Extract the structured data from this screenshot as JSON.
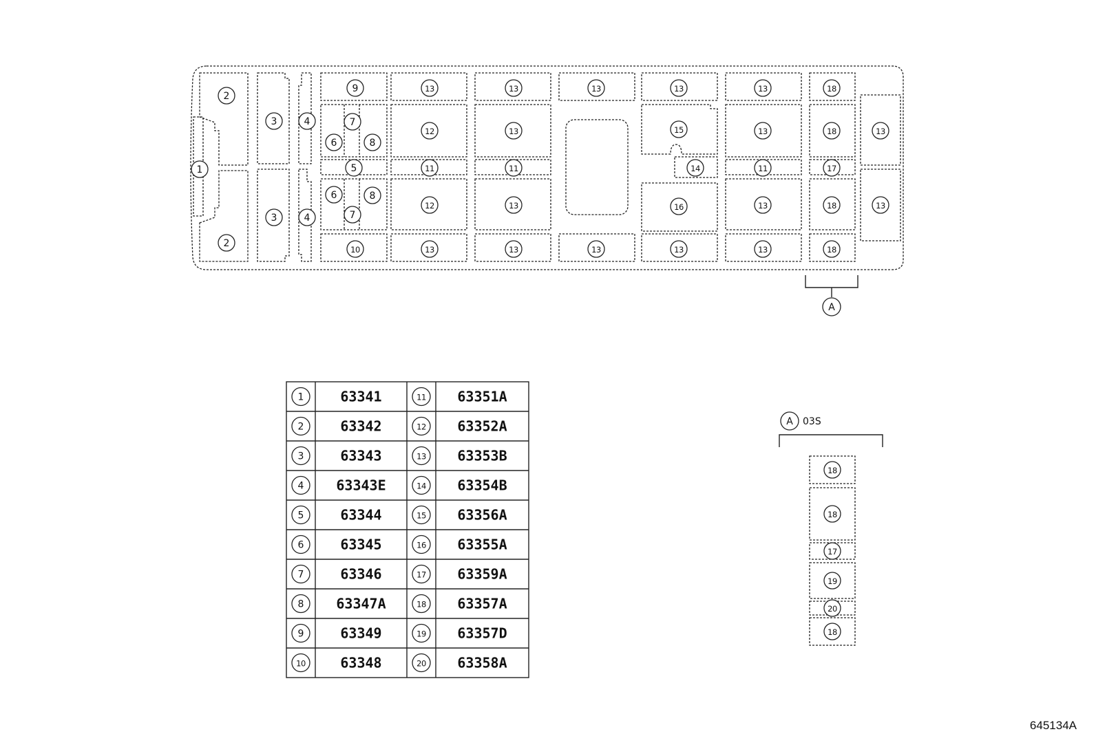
{
  "diagram_title": "",
  "box_labels": {
    "b1": "1",
    "b2a": "2",
    "b2b": "2",
    "b3a": "3",
    "b3b": "3",
    "b4a": "4",
    "b4b": "4",
    "b5": "5",
    "b6a": "6",
    "b6b": "6",
    "b7a": "7",
    "b7b": "7",
    "b8a": "8",
    "b8b": "8",
    "b9": "9",
    "b10": "10",
    "c2t": "13",
    "c3t": "13",
    "c4t": "13",
    "c5t": "13",
    "c6t": "13",
    "c7t": "18",
    "c2m": "12",
    "c3m": "13",
    "c5m": "15",
    "c6m": "13",
    "c7m": "18",
    "c8a": "13",
    "c2s": "11",
    "c3s": "11",
    "c5s": "14",
    "c6s": "11",
    "c7s": "17",
    "c2l": "12",
    "c3l": "13",
    "c5l": "16",
    "c6l": "13",
    "c7l": "18",
    "c8b": "13",
    "c2b": "13",
    "c3b": "13",
    "c4b": "13",
    "c5b": "13",
    "c6b": "13",
    "c7b": "18"
  },
  "callout_a": {
    "label": "A"
  },
  "detail": {
    "label": "A",
    "variant": "03S",
    "slots": [
      "18",
      "18",
      "17",
      "19",
      "20",
      "18"
    ]
  },
  "legend": [
    {
      "num": "1",
      "code": "63341"
    },
    {
      "num": "2",
      "code": "63342"
    },
    {
      "num": "3",
      "code": "63343"
    },
    {
      "num": "4",
      "code": "63343E"
    },
    {
      "num": "5",
      "code": "63344"
    },
    {
      "num": "6",
      "code": "63345"
    },
    {
      "num": "7",
      "code": "63346"
    },
    {
      "num": "8",
      "code": "63347A"
    },
    {
      "num": "9",
      "code": "63349"
    },
    {
      "num": "10",
      "code": "63348"
    },
    {
      "num": "11",
      "code": "63351A"
    },
    {
      "num": "12",
      "code": "63352A"
    },
    {
      "num": "13",
      "code": "63353B"
    },
    {
      "num": "14",
      "code": "63354B"
    },
    {
      "num": "15",
      "code": "63356A"
    },
    {
      "num": "16",
      "code": "63355A"
    },
    {
      "num": "17",
      "code": "63359A"
    },
    {
      "num": "18",
      "code": "63357A"
    },
    {
      "num": "19",
      "code": "63357D"
    },
    {
      "num": "20",
      "code": "63358A"
    }
  ],
  "reference_code": "645134A"
}
